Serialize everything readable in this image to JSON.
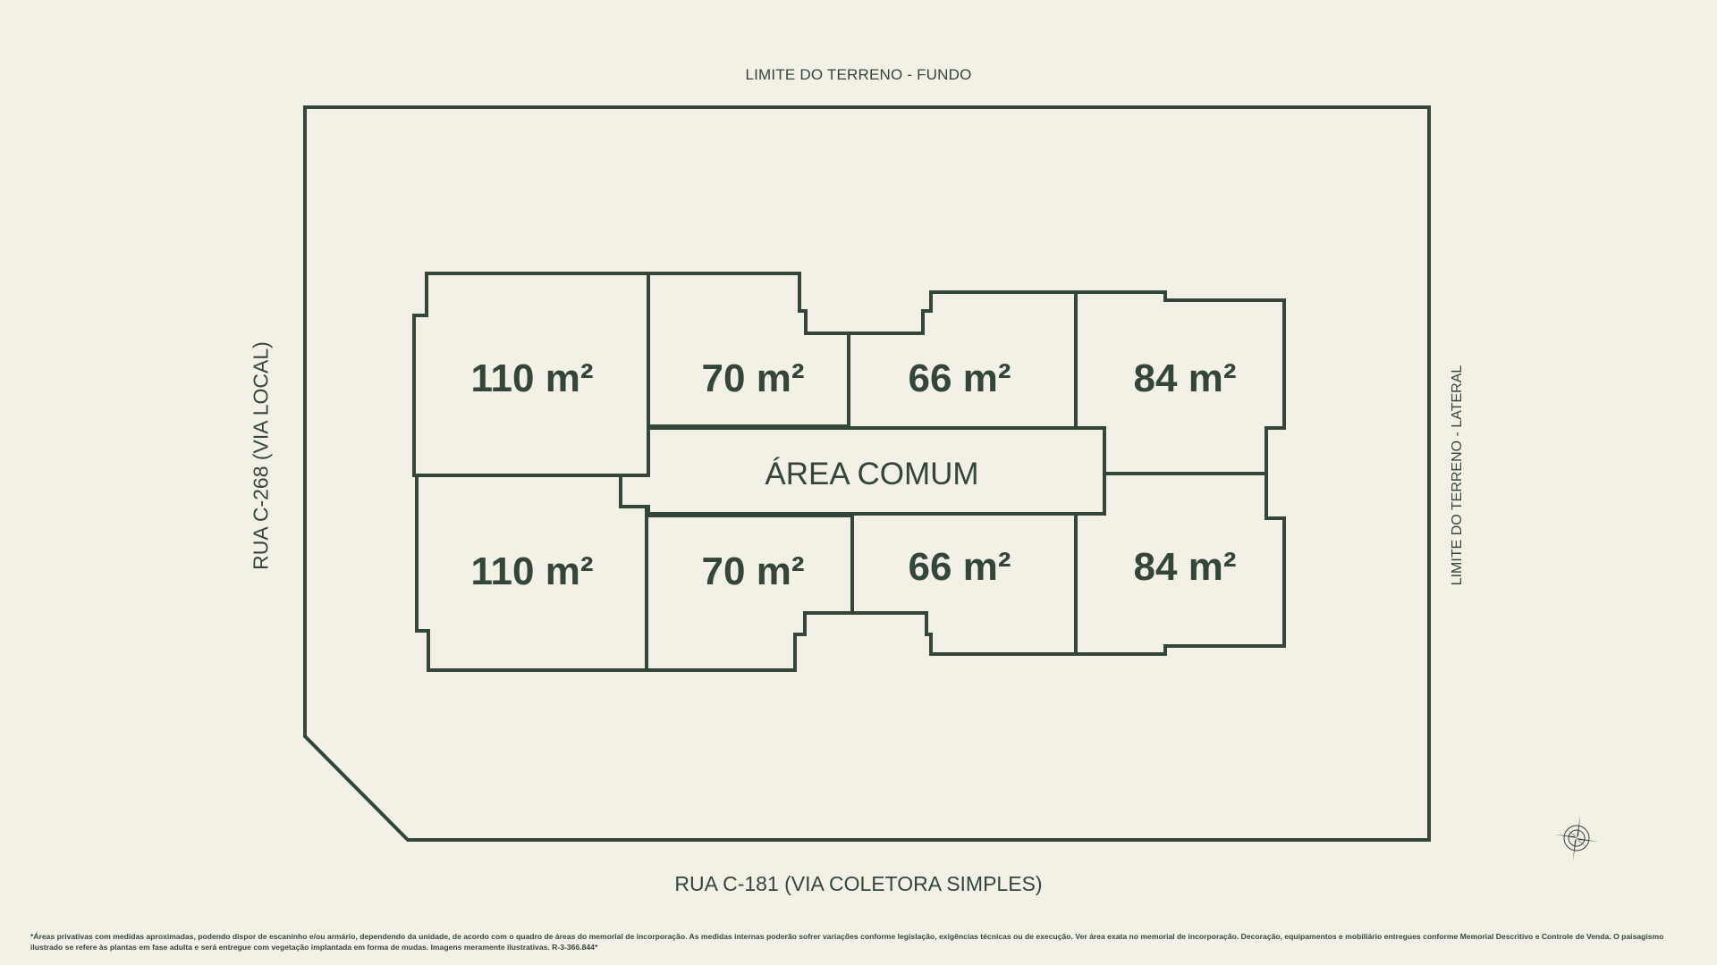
{
  "labels": {
    "top": "LIMITE DO TERRENO - FUNDO",
    "bottom": "RUA C-181 (VIA COLETORA SIMPLES)",
    "left": "RUA C-268 (VIA LOCAL)",
    "right": "LIMITE DO TERRENO - LATERAL"
  },
  "units": {
    "top_1": "110 m²",
    "top_2": "70 m²",
    "top_3": "66 m²",
    "top_4": "84 m²",
    "bottom_1": "110 m²",
    "bottom_2": "70 m²",
    "bottom_3": "66 m²",
    "bottom_4": "84 m²"
  },
  "common_area": "ÁREA COMUM",
  "disclaimer": "*Áreas privativas com medidas aproximadas, podendo dispor de escaninho e/ou armário, dependendo da unidade, de acordo com o quadro de áreas do memorial de incorporação. As medidas internas poderão sofrer variações conforme legislação, exigências técnicas ou de execução. Ver área exata no memorial de incorporação. Decoração, equipamentos e mobiliário entregues conforme Memorial Descritivo e Controle de Venda. O paisagismo ilustrado se refere às plantas em fase adulta e será entregue com vegetação implantada em forma de mudas. Imagens meramente ilustrativas. R-3-366.844*",
  "colors": {
    "background": "#f3f1e6",
    "line": "#34453a"
  },
  "icons": {
    "compass": "compass-rose-icon"
  }
}
